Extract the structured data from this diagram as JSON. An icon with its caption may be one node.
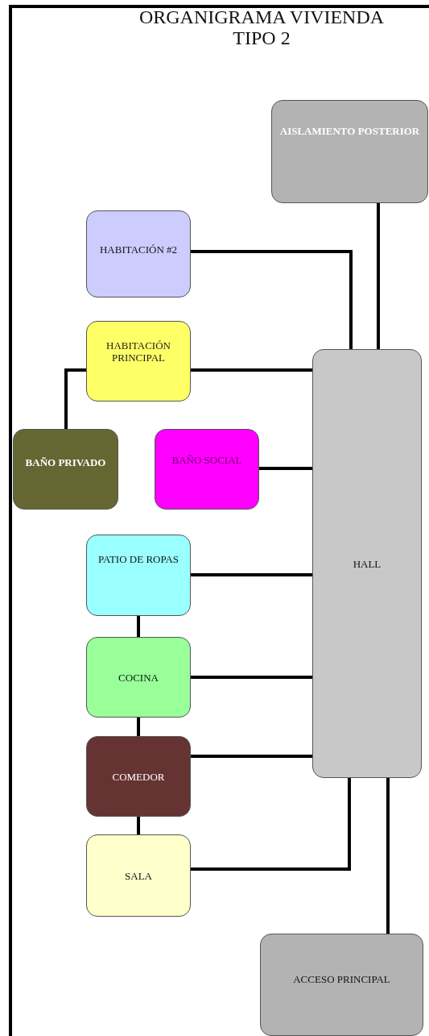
{
  "diagram": {
    "title": "ORGANIGRAMA VIVIENDA TIPO 2",
    "nodes": [
      {
        "text": [
          "AISLAMIENTO POSTERIOR"
        ]
      },
      {
        "text": [
          "HABITACIÓN #2"
        ]
      },
      {
        "text": [
          "HABITACIÓN PRINCIPAL"
        ]
      },
      {
        "text": [
          "BAÑO PRIVADO"
        ]
      },
      {
        "text": [
          "BAÑO SOCIAL"
        ]
      },
      {
        "text": [
          "HALL"
        ]
      },
      {
        "text": [
          "PATIO DE ROPAS"
        ]
      },
      {
        "text": [
          "COCINA"
        ]
      },
      {
        "text": [
          "COMEDOR"
        ]
      },
      {
        "text": [
          "SALA"
        ]
      },
      {
        "text": [
          "ACCESO PRINCIPAL"
        ]
      }
    ],
    "edges": [
      {
        "from": 0,
        "to": 5,
        "arrow": "none"
      },
      {
        "from": 1,
        "to": 5,
        "arrow": "none"
      },
      {
        "from": 2,
        "to": 5,
        "arrow": "none"
      },
      {
        "from": 2,
        "to": 3,
        "arrow": "none"
      },
      {
        "from": 4,
        "to": 5,
        "arrow": "none"
      },
      {
        "from": 6,
        "to": 5,
        "arrow": "none"
      },
      {
        "from": 6,
        "to": 7,
        "arrow": "none"
      },
      {
        "from": 7,
        "to": 5,
        "arrow": "none"
      },
      {
        "from": 7,
        "to": 8,
        "arrow": "none"
      },
      {
        "from": 8,
        "to": 5,
        "arrow": "none"
      },
      {
        "from": 8,
        "to": 9,
        "arrow": "none"
      },
      {
        "from": 9,
        "to": 5,
        "arrow": "none"
      },
      {
        "from": 5,
        "to": 10,
        "arrow": "none"
      }
    ]
  }
}
